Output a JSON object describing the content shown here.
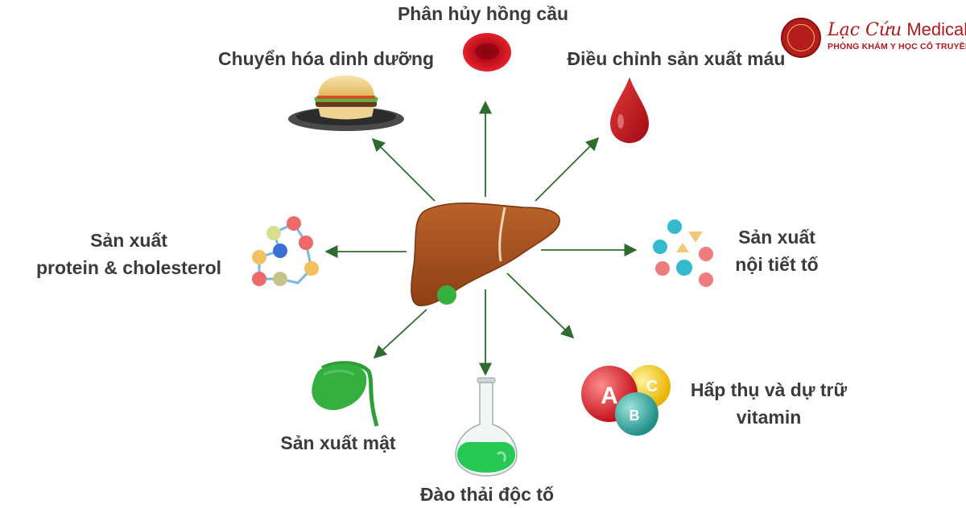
{
  "logo": {
    "brand_script": "Lạc Cứu",
    "brand_word": "Medical",
    "tagline": "PHÒNG KHÁM Y HỌC CỔ TRUYỀN"
  },
  "center": {
    "icon": "liver-icon"
  },
  "functions": [
    {
      "id": "rbc-breakdown",
      "lines": [
        "Phân hủy hồng cầu"
      ],
      "icon": "red-blood-cell-icon"
    },
    {
      "id": "nutrient-metabolism",
      "lines": [
        "Chuyển hóa dinh dưỡng"
      ],
      "icon": "burger-icon"
    },
    {
      "id": "blood-production",
      "lines": [
        "Điều chỉnh sản xuất máu"
      ],
      "icon": "blood-drop-icon"
    },
    {
      "id": "protein-cholesterol",
      "lines": [
        "Sản xuất",
        "protein & cholesterol"
      ],
      "icon": "molecule-chain-icon"
    },
    {
      "id": "hormones",
      "lines": [
        "Sản xuất",
        "nội tiết tố"
      ],
      "icon": "hormone-particles-icon"
    },
    {
      "id": "bile",
      "lines": [
        "Sản xuất mật"
      ],
      "icon": "gallbladder-icon"
    },
    {
      "id": "detox",
      "lines": [
        "Đào thải độc tố"
      ],
      "icon": "flask-icon"
    },
    {
      "id": "vitamins",
      "lines": [
        "Hấp thụ và dự trữ",
        "vitamin"
      ],
      "icon": "vitamins-icon"
    }
  ],
  "vitamin_letters": [
    "A",
    "C",
    "B"
  ],
  "colors": {
    "arrow": "#2e6b2f",
    "liver": "#a54d1c",
    "gallbladder": "#2fa83a",
    "blood": "#c8141e",
    "brand": "#b0191c"
  }
}
